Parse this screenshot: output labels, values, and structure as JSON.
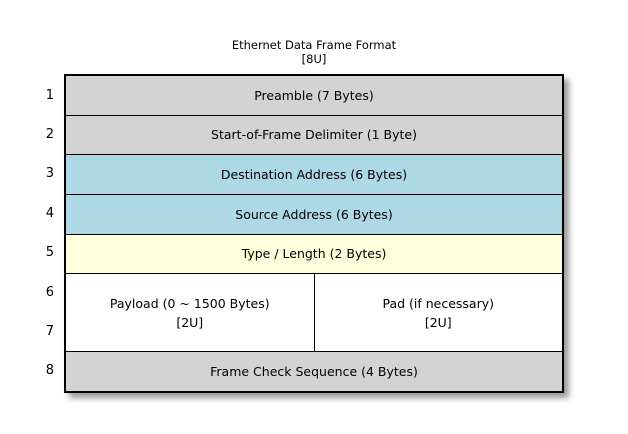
{
  "title": {
    "line1": "Ethernet Data Frame Format",
    "line2": "[8U]"
  },
  "colors": {
    "gray_fill": "#d3d3d3",
    "blue_fill": "#add8e6",
    "yellow_fill": "#ffffdd",
    "white_fill": "#ffffff",
    "border": "#000000",
    "background": "#ffffff"
  },
  "row_numbers": [
    "1",
    "2",
    "3",
    "4",
    "5",
    "6",
    "7",
    "8"
  ],
  "frame": {
    "rows": [
      {
        "label": "Preamble (7 Bytes)",
        "fill": "gray",
        "units": "1"
      },
      {
        "label": "Start-of-Frame Delimiter (1 Byte)",
        "fill": "gray",
        "units": "1"
      },
      {
        "label": "Destination Address (6 Bytes)",
        "fill": "blue",
        "units": "1"
      },
      {
        "label": "Source Address (6 Bytes)",
        "fill": "blue",
        "units": "1"
      },
      {
        "label": "Type / Length (2 Bytes)",
        "fill": "yellow",
        "units": "1"
      },
      {
        "label": "Frame Check Sequence (4 Bytes)",
        "fill": "gray",
        "units": "1"
      }
    ],
    "payload_row": {
      "units": "2",
      "fill": "white",
      "left_cell": {
        "line1": "Payload (0 ~ 1500 Bytes)",
        "line2": "[2U]"
      },
      "right_cell": {
        "line1": "Pad (if necessary)",
        "line2": "[2U]"
      }
    }
  }
}
